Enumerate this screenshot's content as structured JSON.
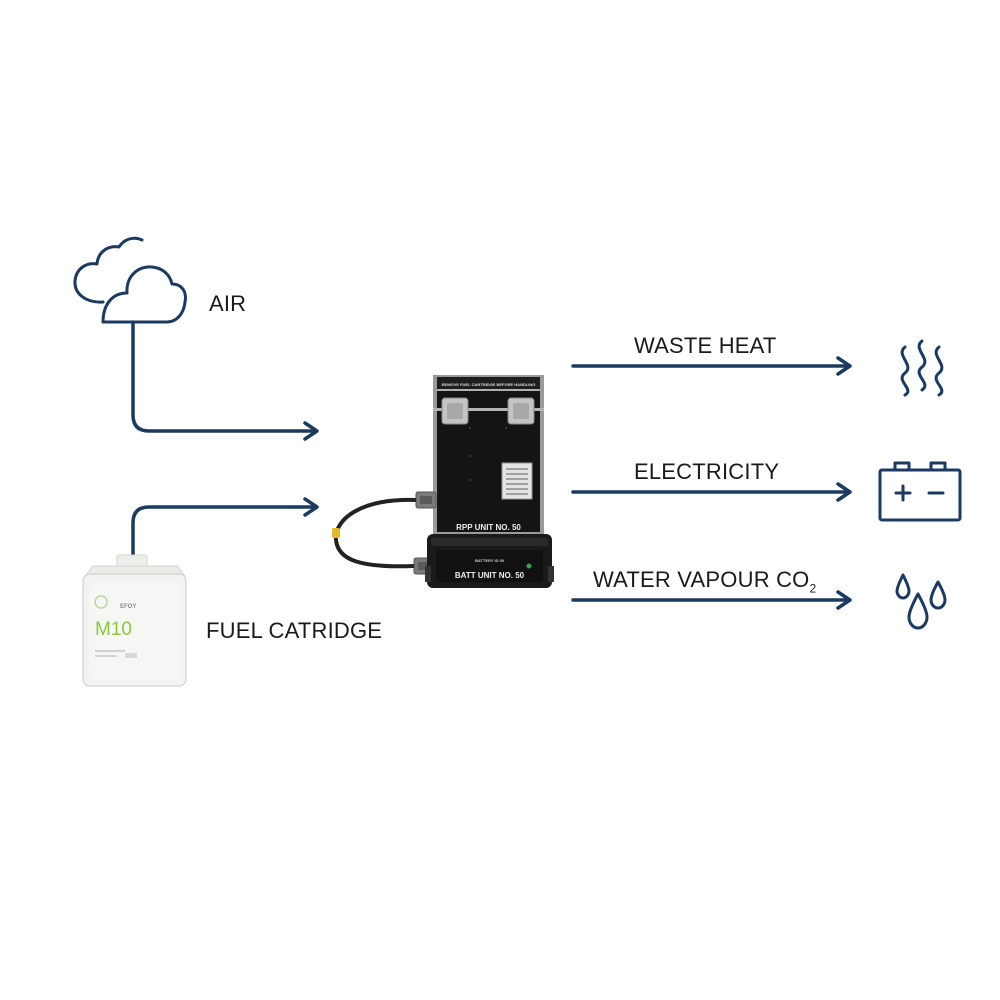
{
  "labels": {
    "air": "AIR",
    "fuel": "FUEL CATRIDGE",
    "waste_heat": "WASTE HEAT",
    "electricity": "ELECTRICITY",
    "water_vapour": "WATER VAPOUR CO",
    "water_vapour_sub": "2"
  },
  "device": {
    "top_notice": "REMOVE FUEL CARTRIDGE BEFORE HANDLING",
    "rpp_unit": "RPP UNIT NO. 50",
    "batt_unit": "BATT UNIT NO. 50",
    "batt_small": "BATTERY ID 50"
  },
  "cartridge": {
    "model": "M10",
    "brand": "EFOY"
  },
  "colors": {
    "line": "#1b3a61",
    "text": "#1a1a1a",
    "brand_green": "#8cc63f"
  },
  "icons": [
    "cloud-icon",
    "heat-waves-icon",
    "battery-icon",
    "water-drops-icon"
  ]
}
